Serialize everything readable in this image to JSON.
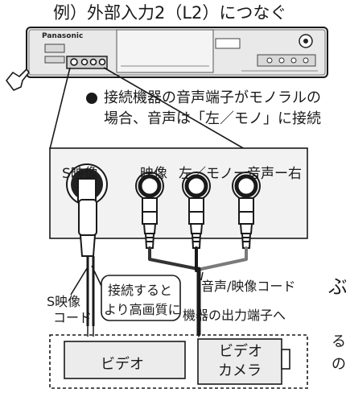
{
  "title": "例）外部入力2（L2）につなぐ",
  "device": {
    "brand": "Panasonic"
  },
  "note": {
    "line1": "接続機器の音声端子がモノラルの",
    "line2": "場合、音声は「左／モノ」に接続"
  },
  "ports": {
    "s_video": "S映像",
    "video": "映像",
    "audio": "左／モノー音声ー右"
  },
  "labels": {
    "s_video_cord_line1": "S映像",
    "s_video_cord_line2": "コード",
    "high_quality_line1": "接続すると",
    "high_quality_line2": "より高画質に",
    "av_cord": "音声/映像コード",
    "to_output": "機器の出力端子へ",
    "video_deck": "ビデオ",
    "video_camera_line1": "ビデオ",
    "video_camera_line2": "カメラ"
  },
  "page_edge": {
    "glyph": "ぶ",
    "line1": "る",
    "line2": "の"
  },
  "colors": {
    "ink": "#1a1a1a",
    "device_body": "#e9e9e9",
    "cable_dark": "#333333",
    "cable_gray": "#7a7a7a"
  }
}
